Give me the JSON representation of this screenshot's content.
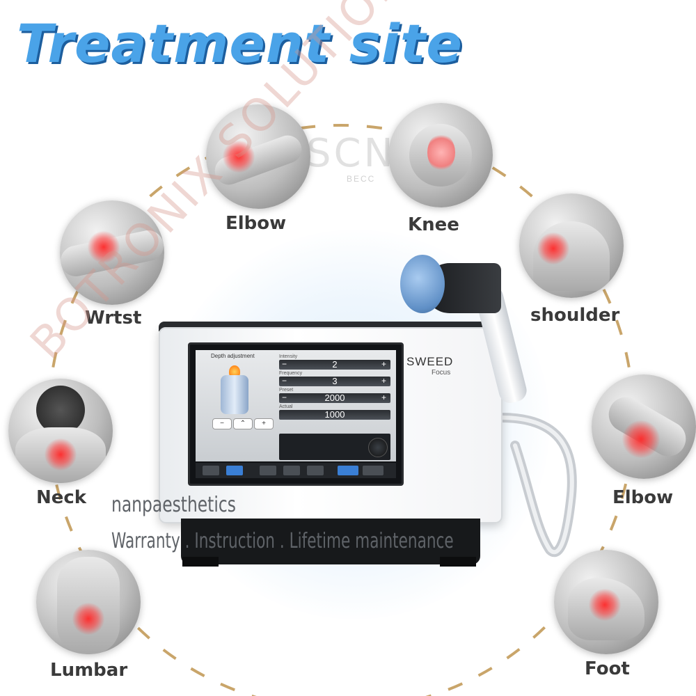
{
  "title": "Treatment site",
  "sites": [
    {
      "label": "Elbow"
    },
    {
      "label": "Knee"
    },
    {
      "label": "Wrtst"
    },
    {
      "label": "shoulder"
    },
    {
      "label": "Neck"
    },
    {
      "label": "Elbow"
    },
    {
      "label": "Lumbar"
    },
    {
      "label": "Foot"
    }
  ],
  "device": {
    "brand": "SWEED",
    "brand_sub": "Focus",
    "screen": {
      "depth_label": "Depth adjustment",
      "params": [
        {
          "label": "Intensity",
          "value": "2"
        },
        {
          "label": "Frequency",
          "value": "3"
        },
        {
          "label": "Preset",
          "value": "2000"
        },
        {
          "label": "Actual",
          "value": "1000"
        }
      ],
      "minus": "−",
      "plus": "+",
      "center_btn": "⌃"
    }
  },
  "overlay": {
    "line1": "nanpaesthetics",
    "line2": "Warranty . Instruction . Lifetime maintenance"
  },
  "watermark": "BOTRONIX SOLUTION FOREVER",
  "brandmark": "SCNT",
  "brandmark_sub": "BECC",
  "colors": {
    "title": "#4aa3e8",
    "pain": "#ff2a2a",
    "handpiece": "#6f9fd6"
  }
}
